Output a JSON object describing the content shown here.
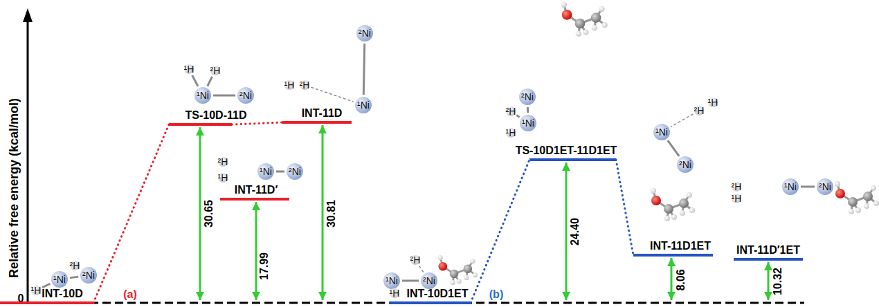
{
  "diagram": {
    "nodes": [
      {
        "text": [
          "INT-10D"
        ]
      },
      {
        "text": [
          "TS-10D-11D"
        ]
      },
      {
        "text": [
          "INT-11D′"
        ]
      },
      {
        "text": [
          "INT-11D"
        ]
      },
      {
        "text": [
          "INT-10D1ET"
        ]
      },
      {
        "text": [
          "TS-10D1ET-11D1ET"
        ]
      },
      {
        "text": [
          "INT-11D1ET"
        ]
      },
      {
        "text": [
          "INT-11D′1ET"
        ]
      }
    ],
    "edges": [
      {
        "from": 0,
        "to": 1,
        "arrow": "none"
      },
      {
        "from": 1,
        "to": 3,
        "arrow": "none"
      },
      {
        "from": 4,
        "to": 5,
        "arrow": "none"
      },
      {
        "from": 5,
        "to": 6,
        "arrow": "none"
      }
    ],
    "labels": [
      "Relative free energy (kcal/mol)",
      "0",
      "¹H",
      "²H",
      "¹Ni",
      "²Ni",
      "(a)",
      "¹H",
      "²H",
      "¹Ni",
      "²Ni",
      "30.65",
      "²H",
      "¹H",
      "¹Ni",
      "²Ni",
      "17.99",
      "¹H",
      "²H",
      "²Ni",
      "¹Ni",
      "30.81",
      "²H",
      "¹Ni",
      "²Ni",
      "¹H",
      "(b)",
      "²Ni",
      "²H",
      "¹Ni",
      "¹H",
      "24.40",
      "¹H",
      "²H",
      "¹Ni",
      "²Ni",
      "8.06",
      "²H",
      "¹H",
      "¹Ni",
      "²Ni",
      "10.32"
    ]
  }
}
